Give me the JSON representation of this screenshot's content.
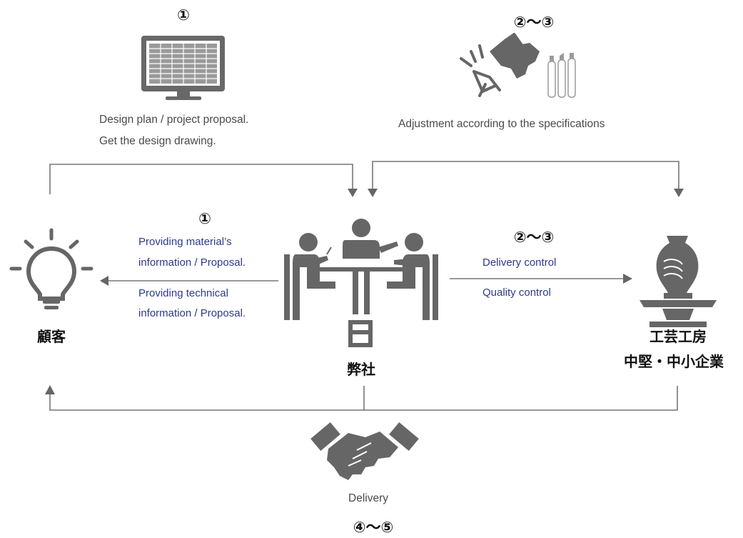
{
  "steps": {
    "design": "①",
    "adjustment": "②～③",
    "proposal": "①",
    "control": "②～③",
    "delivery": "④～⑤"
  },
  "captions": {
    "design_line1": "Design plan / project proposal.",
    "design_line2": "Get the design drawing.",
    "adjustment": "Adjustment according to the specifications",
    "delivery": "Delivery"
  },
  "actors": {
    "customer": "顧客",
    "company": "弊社",
    "workshop_line1": "工芸工房",
    "workshop_line2": "中堅・中小企業"
  },
  "flows": {
    "to_customer": {
      "material_line1": "Providing material’s",
      "material_line2": "information / Proposal.",
      "technical_line1": "Providing technical",
      "technical_line2": "information / Proposal."
    },
    "to_workshop": {
      "delivery_control": "Delivery control",
      "quality_control": "Quality control"
    }
  },
  "colors": {
    "icon_gray": "#666666",
    "line_gray": "#777777",
    "flow_text_blue": "#2d3a8c",
    "caption_gray": "#4a4a4a"
  },
  "icons": [
    "monitor-icon",
    "tools-adjustment-icon",
    "lightbulb-icon",
    "meeting-icon",
    "pottery-wheel-icon",
    "handshake-icon"
  ]
}
